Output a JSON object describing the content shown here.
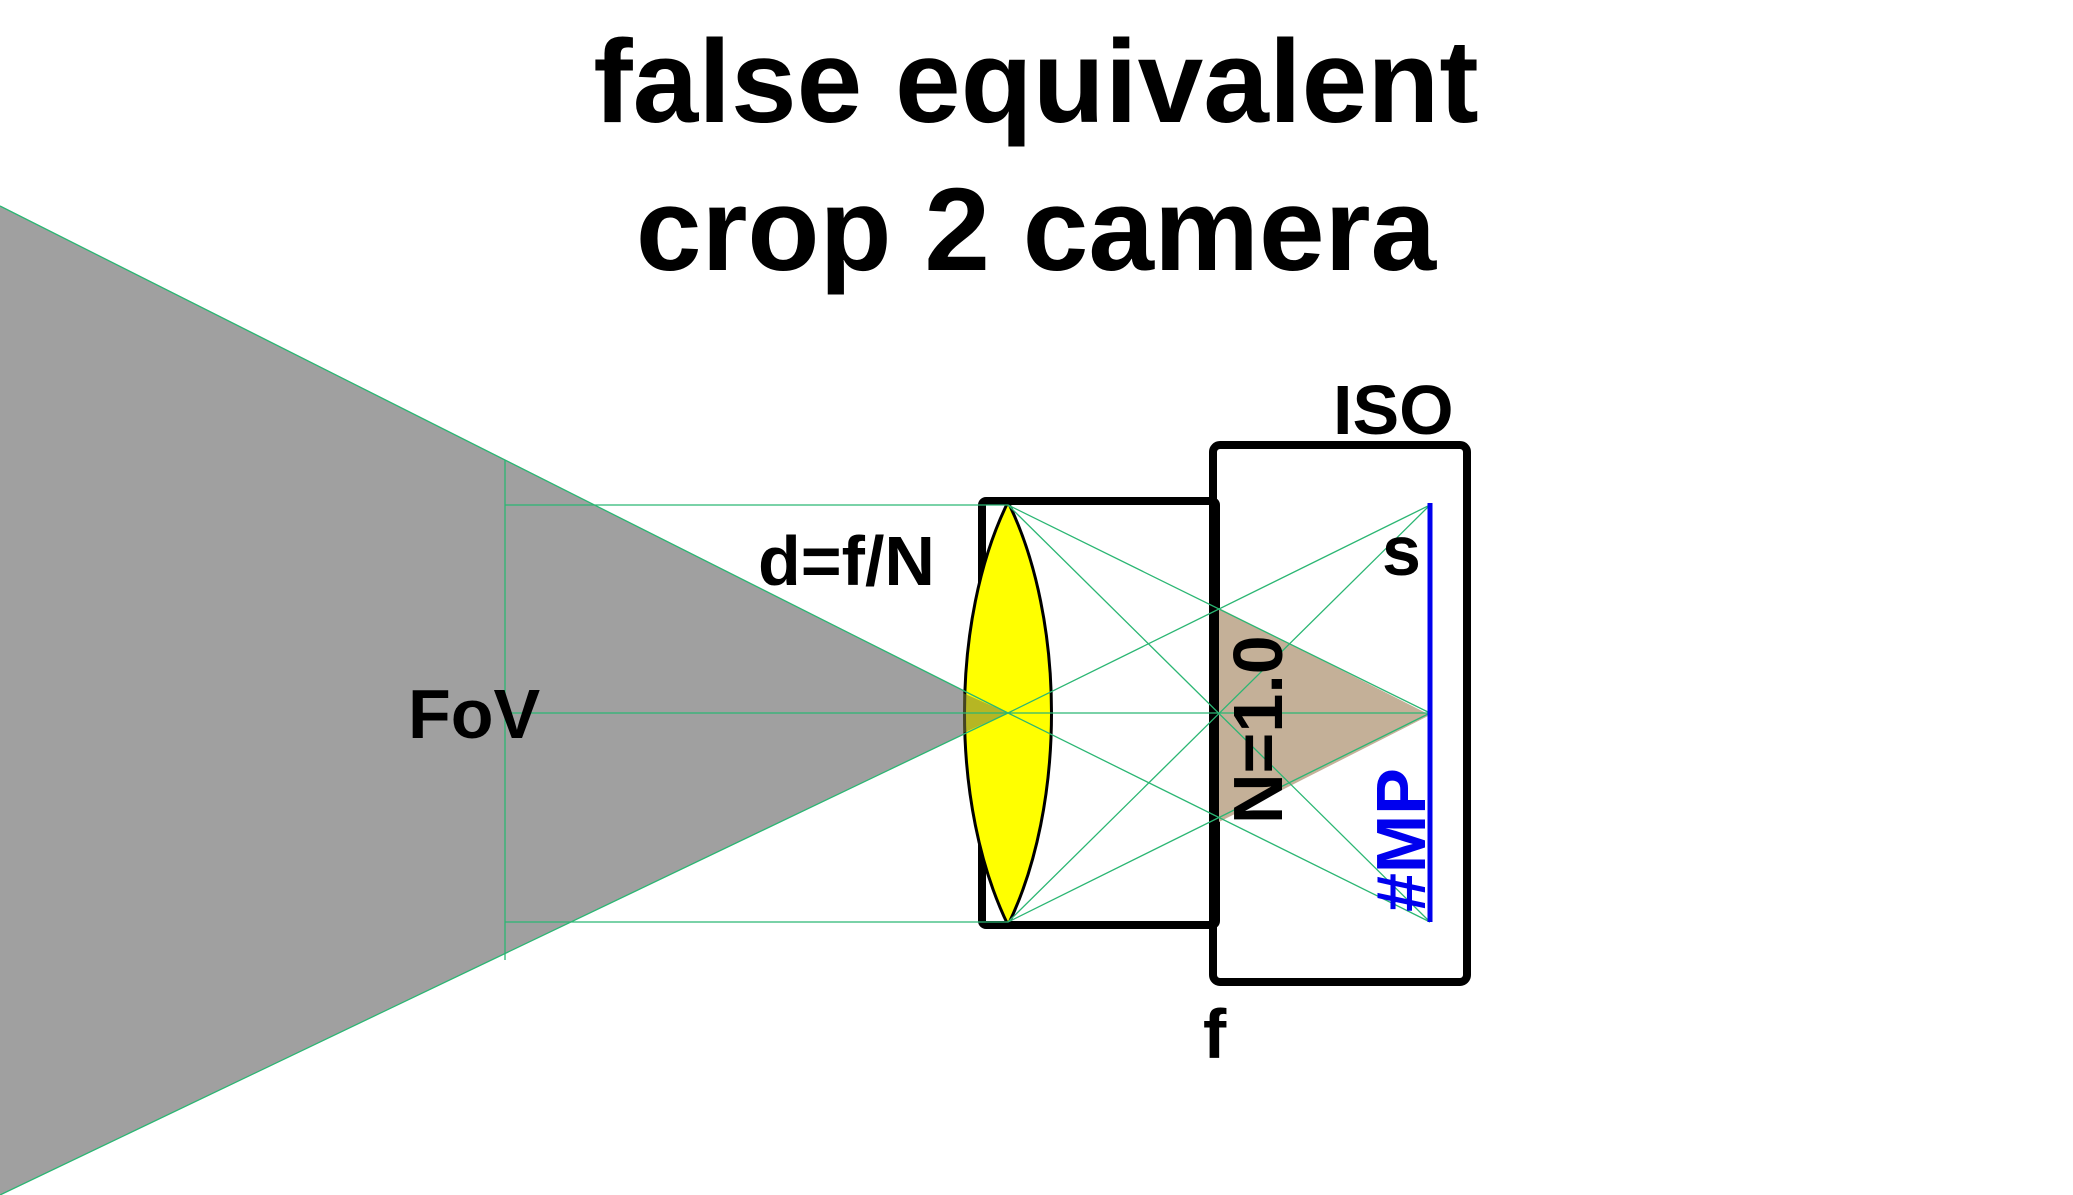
{
  "title": {
    "line1": "false equivalent",
    "line2": "crop 2 camera"
  },
  "labels": {
    "iso": "ISO",
    "aperture_formula": "d=f/N",
    "fov": "FoV",
    "sensor": "s",
    "f_number": "N=1.0",
    "megapixels": "#MP",
    "focal_length": "f"
  },
  "colors": {
    "fov_cone": "#a0a0a0",
    "lens": "#ffff00",
    "light_cone": "#c4b098",
    "rays": "#2bb673",
    "sensor_line": "#0000ee",
    "megapixels_text": "#0000ee",
    "outline": "#000000"
  },
  "icons": {
    "lens": "biconvex-lens-shape",
    "camera_body": "camera-body-rectangle",
    "lens_barrel": "lens-barrel-rectangle",
    "sensor": "image-sensor-line"
  }
}
